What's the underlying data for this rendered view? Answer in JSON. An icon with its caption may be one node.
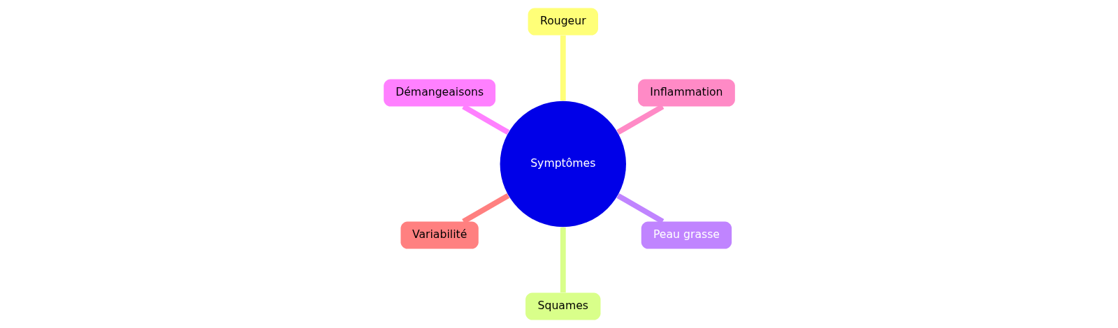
{
  "diagram": {
    "nodes": [
      {
        "text": [
          "Symptômes"
        ]
      },
      {
        "text": [
          "Inflammation"
        ]
      },
      {
        "text": [
          "Rougeur"
        ]
      },
      {
        "text": [
          "Démangeaisons"
        ]
      },
      {
        "text": [
          "Variabilité"
        ]
      },
      {
        "text": [
          "Squames"
        ]
      },
      {
        "text": [
          "Peau grasse"
        ]
      }
    ],
    "edges": [
      {
        "from": 0,
        "to": 1,
        "arrow": "none",
        "color": "#ff8ac6"
      },
      {
        "from": 0,
        "to": 2,
        "arrow": "none",
        "color": "#ffff78"
      },
      {
        "from": 0,
        "to": 3,
        "arrow": "none",
        "color": "#ff80ff"
      },
      {
        "from": 0,
        "to": 4,
        "arrow": "none",
        "color": "#ff8080"
      },
      {
        "from": 0,
        "to": 5,
        "arrow": "none",
        "color": "#d9ff8a"
      },
      {
        "from": 0,
        "to": 6,
        "arrow": "none",
        "color": "#c084ff"
      }
    ]
  }
}
